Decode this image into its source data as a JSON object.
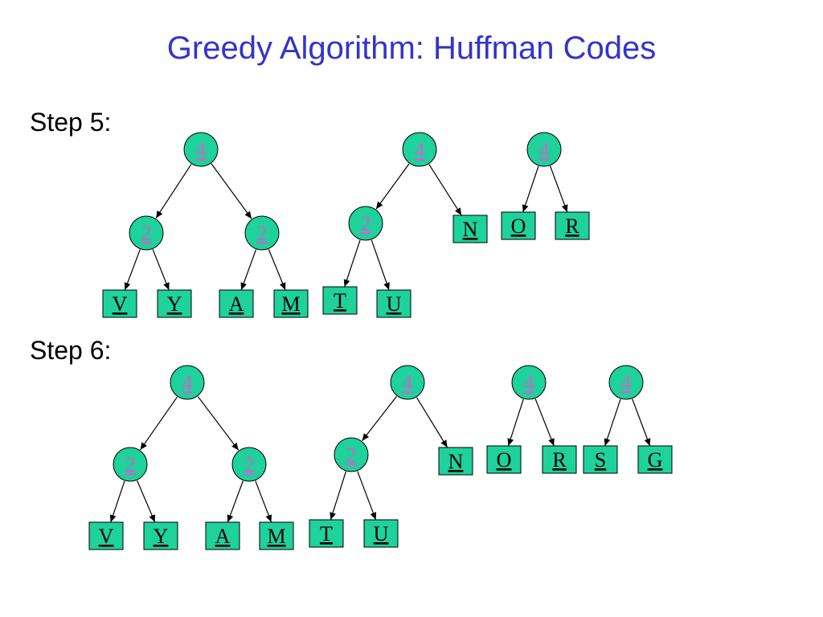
{
  "title": "Greedy Algorithm: Huffman Codes",
  "steps": [
    {
      "label": "Step 5:",
      "nodes": [
        {
          "id": "s5_t1_root",
          "text": "4",
          "kind": "internal"
        },
        {
          "id": "s5_t1_l",
          "text": "2",
          "kind": "internal"
        },
        {
          "id": "s5_t1_r",
          "text": "2",
          "kind": "internal"
        },
        {
          "id": "s5_V",
          "text": "V",
          "kind": "leaf"
        },
        {
          "id": "s5_Y",
          "text": "Y",
          "kind": "leaf"
        },
        {
          "id": "s5_A",
          "text": "A",
          "kind": "leaf"
        },
        {
          "id": "s5_M",
          "text": "M",
          "kind": "leaf"
        },
        {
          "id": "s5_t2_root",
          "text": "4",
          "kind": "internal"
        },
        {
          "id": "s5_t2_l",
          "text": "2",
          "kind": "internal"
        },
        {
          "id": "s5_N",
          "text": "N",
          "kind": "leaf"
        },
        {
          "id": "s5_T",
          "text": "T",
          "kind": "leaf"
        },
        {
          "id": "s5_U",
          "text": "U",
          "kind": "leaf"
        },
        {
          "id": "s5_t3_root",
          "text": "4",
          "kind": "internal"
        },
        {
          "id": "s5_O",
          "text": "O",
          "kind": "leaf"
        },
        {
          "id": "s5_R",
          "text": "R",
          "kind": "leaf"
        }
      ],
      "edges": [
        [
          "s5_t1_root",
          "s5_t1_l"
        ],
        [
          "s5_t1_root",
          "s5_t1_r"
        ],
        [
          "s5_t1_l",
          "s5_V"
        ],
        [
          "s5_t1_l",
          "s5_Y"
        ],
        [
          "s5_t1_r",
          "s5_A"
        ],
        [
          "s5_t1_r",
          "s5_M"
        ],
        [
          "s5_t2_root",
          "s5_t2_l"
        ],
        [
          "s5_t2_root",
          "s5_N"
        ],
        [
          "s5_t2_l",
          "s5_T"
        ],
        [
          "s5_t2_l",
          "s5_U"
        ],
        [
          "s5_t3_root",
          "s5_O"
        ],
        [
          "s5_t3_root",
          "s5_R"
        ]
      ]
    },
    {
      "label": "Step 6:",
      "nodes": [
        {
          "id": "s6_t1_root",
          "text": "4",
          "kind": "internal"
        },
        {
          "id": "s6_t1_l",
          "text": "2",
          "kind": "internal"
        },
        {
          "id": "s6_t1_r",
          "text": "2",
          "kind": "internal"
        },
        {
          "id": "s6_V",
          "text": "V",
          "kind": "leaf"
        },
        {
          "id": "s6_Y",
          "text": "Y",
          "kind": "leaf"
        },
        {
          "id": "s6_A",
          "text": "A",
          "kind": "leaf"
        },
        {
          "id": "s6_M",
          "text": "M",
          "kind": "leaf"
        },
        {
          "id": "s6_t2_root",
          "text": "4",
          "kind": "internal"
        },
        {
          "id": "s6_t2_l",
          "text": "2",
          "kind": "internal"
        },
        {
          "id": "s6_N",
          "text": "N",
          "kind": "leaf"
        },
        {
          "id": "s6_T",
          "text": "T",
          "kind": "leaf"
        },
        {
          "id": "s6_U",
          "text": "U",
          "kind": "leaf"
        },
        {
          "id": "s6_t3_root",
          "text": "4",
          "kind": "internal"
        },
        {
          "id": "s6_O",
          "text": "O",
          "kind": "leaf"
        },
        {
          "id": "s6_R",
          "text": "R",
          "kind": "leaf"
        },
        {
          "id": "s6_t4_root",
          "text": "4",
          "kind": "internal"
        },
        {
          "id": "s6_S",
          "text": "S",
          "kind": "leaf"
        },
        {
          "id": "s6_G",
          "text": "G",
          "kind": "leaf"
        }
      ],
      "edges": [
        [
          "s6_t1_root",
          "s6_t1_l"
        ],
        [
          "s6_t1_root",
          "s6_t1_r"
        ],
        [
          "s6_t1_l",
          "s6_V"
        ],
        [
          "s6_t1_l",
          "s6_Y"
        ],
        [
          "s6_t1_r",
          "s6_A"
        ],
        [
          "s6_t1_r",
          "s6_M"
        ],
        [
          "s6_t2_root",
          "s6_t2_l"
        ],
        [
          "s6_t2_root",
          "s6_N"
        ],
        [
          "s6_t2_l",
          "s6_T"
        ],
        [
          "s6_t2_l",
          "s6_U"
        ],
        [
          "s6_t3_root",
          "s6_O"
        ],
        [
          "s6_t3_root",
          "s6_R"
        ],
        [
          "s6_t4_root",
          "s6_S"
        ],
        [
          "s6_t4_root",
          "s6_G"
        ]
      ]
    }
  ],
  "colors": {
    "title": "#3333cc",
    "node_fill": "#1fd19a",
    "internal_text": "#cc66cc",
    "leaf_text": "#000000"
  }
}
